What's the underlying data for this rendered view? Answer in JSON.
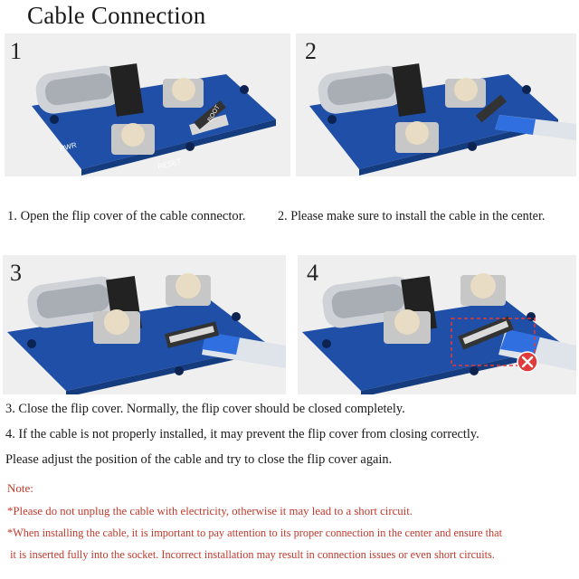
{
  "title": "Cable Connection",
  "steps": [
    {
      "number": "1",
      "caption": "1. Open the flip cover of the cable connector."
    },
    {
      "number": "2",
      "caption": "2. Please make sure to install the cable in the center."
    },
    {
      "number": "3",
      "caption": "3. Close the flip cover. Normally, the flip cover should be closed completely."
    },
    {
      "number": "4",
      "caption": "4. If the cable is not properly installed, it may prevent the flip cover from closing correctly."
    }
  ],
  "adjust_line": "Please adjust the position of the cable and try to close the flip cover again.",
  "board_labels": {
    "pwr": "PWR",
    "reset": "RESET",
    "boot": "BOOT"
  },
  "note": {
    "heading": "Note:",
    "lines": [
      "*Please do not unplug the cable with electricity, otherwise it may lead to a short circuit.",
      "*When installing the cable, it is important to pay attention to its proper connection in the center and ensure that",
      " it is inserted fully into the socket. Incorrect installation may result in connection issues or even short circuits."
    ]
  },
  "colors": {
    "pcb": "#1f4fa6",
    "cable": "#2f6fe0",
    "note_text": "#c0392b",
    "error_mark": "#e23b3b"
  },
  "icons": {
    "error": "x-mark-icon"
  }
}
